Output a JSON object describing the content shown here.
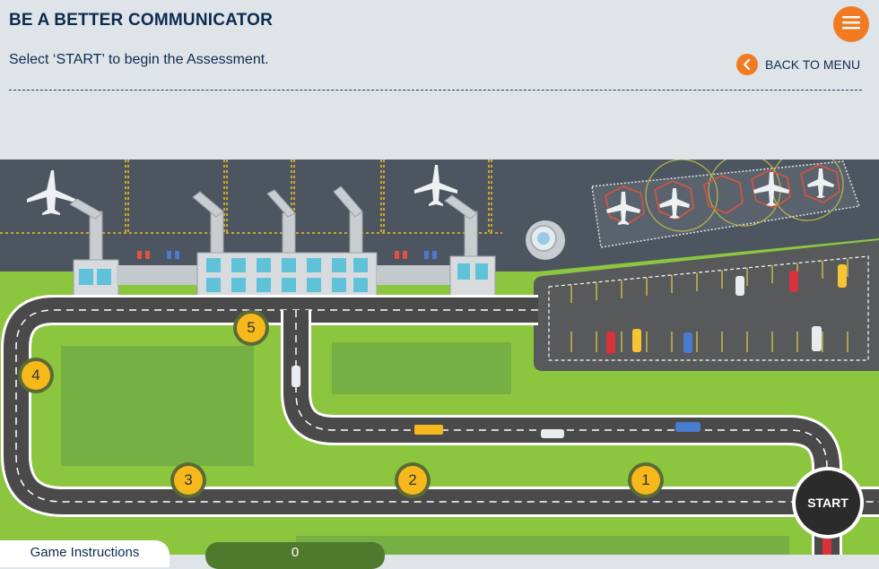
{
  "header": {
    "title": "BE A BETTER COMMUNICATOR",
    "subtitle": "Select ‘START’ to begin the Assessment.",
    "back_label": "BACK TO MENU"
  },
  "game": {
    "start_label": "START",
    "stops": [
      "1",
      "2",
      "3",
      "4",
      "5"
    ]
  },
  "footer": {
    "instructions_label": "Game Instructions",
    "score": "0"
  },
  "colors": {
    "accent": "#f07b22",
    "title": "#0d2b50",
    "grass": "#8cc63f",
    "road": "#4a4a4a",
    "marker": "#f7b81b"
  }
}
